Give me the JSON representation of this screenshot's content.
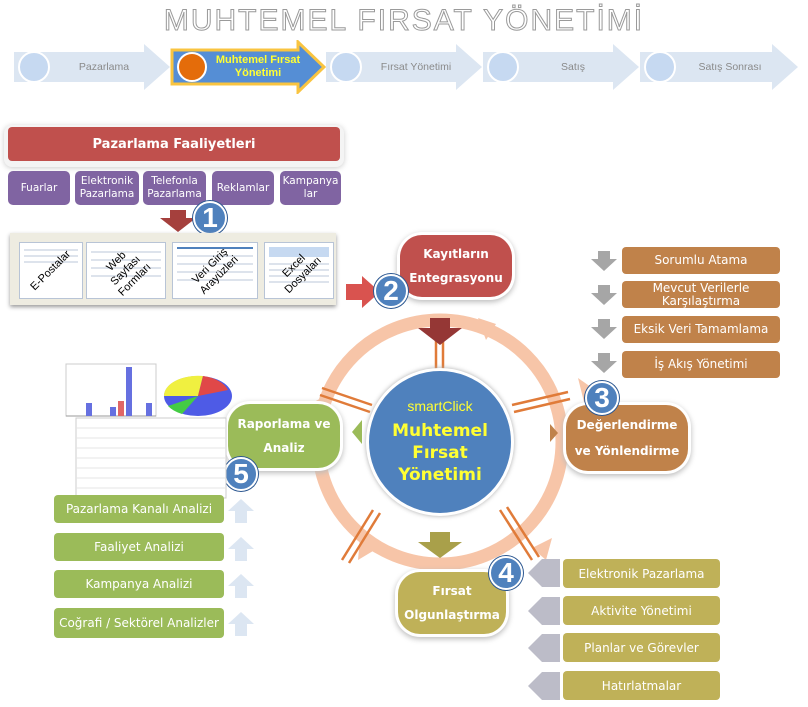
{
  "title": "MUHTEMEL FIRSAT YÖNETİMİ",
  "process_steps": [
    {
      "label": "Pazarlama",
      "active": false
    },
    {
      "label": "Muhtemel Fırsat Yönetimi",
      "active": true
    },
    {
      "label": "Fırsat Yönetimi",
      "active": false
    },
    {
      "label": "Satış",
      "active": false
    },
    {
      "label": "Satış Sonrası",
      "active": false
    }
  ],
  "marketing": {
    "header": "Pazarlama Faaliyetleri",
    "activities": [
      "Fuarlar",
      "Elektronik Pazarlama",
      "Telefonla Pazarlama",
      "Reklamlar",
      "Kampanyalar"
    ],
    "activity_lines": [
      [
        "Fuarlar"
      ],
      [
        "Elektronik",
        "Pazarlama"
      ],
      [
        "Telefonla",
        "Pazarlama"
      ],
      [
        "Reklamlar"
      ],
      [
        "Kampanya",
        "lar"
      ]
    ],
    "sources": [
      "E-Postalar",
      "Web Sayfası Formları",
      "Veri Giriş Arayüzleri",
      "Excel Dosyaları"
    ]
  },
  "steps": {
    "s1": {
      "number": "1"
    },
    "s2": {
      "number": "2",
      "label_line1": "Kayıtların",
      "label_line2": "Entegrasyonu"
    },
    "s3": {
      "number": "3",
      "label_line1": "Değerlendirme",
      "label_line2": "ve Yönlendirme"
    },
    "s4": {
      "number": "4",
      "label_line1": "Fırsat",
      "label_line2": "Olgunlaştırma"
    },
    "s5": {
      "number": "5",
      "label_line1": "Raporlama ve",
      "label_line2": "Analiz"
    }
  },
  "center": {
    "brand": "smartClick",
    "line1": "Muhtemel",
    "line2": "Fırsat",
    "line3": "Yönetimi"
  },
  "evaluation_tasks": [
    "Sorumlu  Atama",
    "Mevcut Verilerle Karşılaştırma",
    "Eksik Veri Tamamlama",
    "İş Akış Yönetimi"
  ],
  "maturation_tasks": [
    "Elektronik Pazarlama",
    "Aktivite Yönetimi",
    "Planlar ve Görevler",
    "Hatırlatmalar"
  ],
  "analysis_tasks": [
    "Pazarlama Kanalı Analizi",
    "Faaliyet Analizi",
    "Kampanya Analizi",
    "Coğrafi / Sektörel Analizler"
  ],
  "colors": {
    "red": "#c0504d",
    "purple": "#8064a2",
    "blue": "#4f81bd",
    "brown": "#c0824a",
    "green": "#9bbb59",
    "olive": "#bfb158",
    "ring": "#f7c5a8",
    "highlight_yellow": "#ffff33",
    "active_orange": "#e46c0a"
  }
}
